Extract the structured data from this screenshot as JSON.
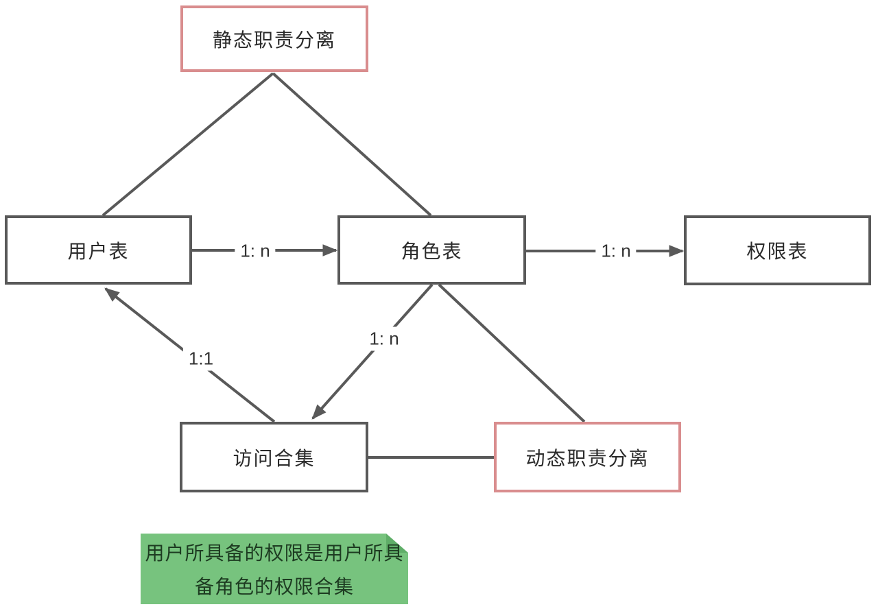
{
  "diagram": {
    "type": "rbac-model-diagram",
    "nodes": {
      "static_sod": {
        "label": "静态职责分离"
      },
      "user_table": {
        "label": "用户表"
      },
      "role_table": {
        "label": "角色表"
      },
      "perm_table": {
        "label": "权限表"
      },
      "access_set": {
        "label": "访问合集"
      },
      "dynamic_sod": {
        "label": "动态职责分离"
      }
    },
    "edge_labels": {
      "user_to_role": "1: n",
      "role_to_perm": "1: n",
      "role_to_access": "1: n",
      "access_to_user": "1:1"
    },
    "note": {
      "line1": "用户所具备的权限是用户所具",
      "line2": "备角色的权限合集"
    },
    "colors": {
      "stroke": "#595959",
      "box_border": "#595959",
      "highlight_border": "#d98d8e",
      "note_bg": "#77c37e",
      "note_fold": "#5fae68",
      "note_text": "#1d3b21",
      "text": "#2a2a2a",
      "background": "#ffffff"
    }
  }
}
